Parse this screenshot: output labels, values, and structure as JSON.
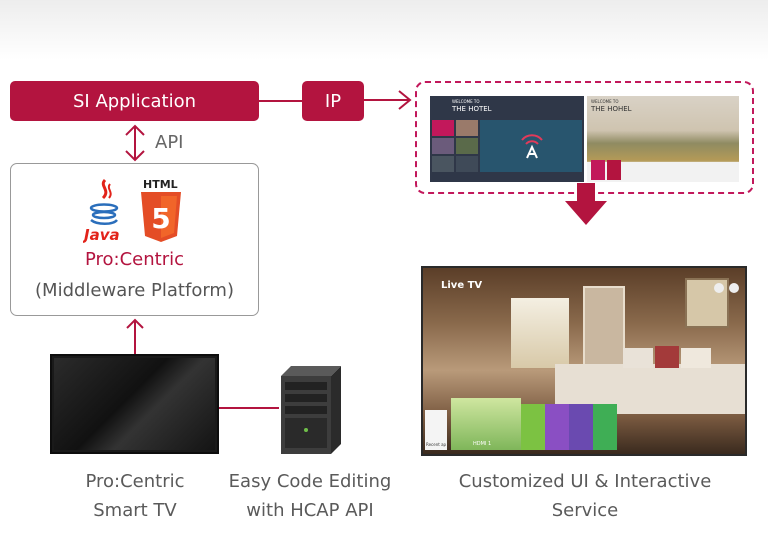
{
  "si_application": "SI Application",
  "ip_label": "IP",
  "api_label": "API",
  "logo_java": "Java",
  "logo_html": "HTML",
  "logo_html5_number": "5",
  "middleware_title": "Pro:Centric",
  "middleware_subtitle": "(Middleware Platform)",
  "screen1_small": "WELCOME TO",
  "screen1_title": "THE HOTEL",
  "screen2_small": "WELCOME TO",
  "screen2_title": "THE HOHEL",
  "live_tv_label": "Live TV",
  "hdmi_label": "HDMI 1",
  "recent_label": "Recent ap",
  "captions": {
    "smart_tv": [
      "Pro:Centric",
      "Smart TV"
    ],
    "hcap": [
      "Easy Code Editing",
      "with HCAP API"
    ],
    "custom": [
      "Customized UI & Interactive",
      "Service"
    ]
  },
  "colors": {
    "brand_red": "#b3143f",
    "dashed_border": "#c2185b",
    "text_gray": "#5a5a5a"
  }
}
